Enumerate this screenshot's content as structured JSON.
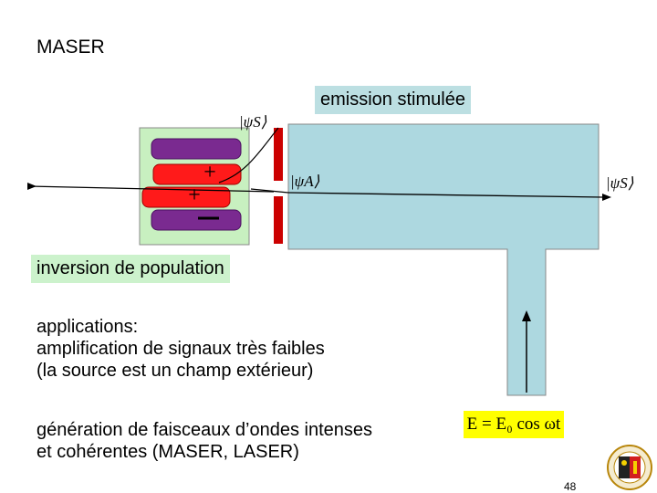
{
  "title": "MASER",
  "labels": {
    "emission": "emission stimulée",
    "inversion": "inversion de population"
  },
  "text": {
    "applications": [
      "applications:",
      "amplification de signaux très faibles",
      "(la source est un champ extérieur)"
    ],
    "generation": [
      "génération de faisceaux d’ondes intenses",
      "et cohérentes (MASER, LASER)"
    ]
  },
  "equation": "E = E₀ cos ωt",
  "page_number": "48",
  "kets": {
    "psi_s_top": "|ψS⟩",
    "psi_a": "|ψA⟩",
    "psi_s_right": "|ψS⟩"
  },
  "signs": {
    "plus": "+",
    "minus": "−"
  },
  "colors": {
    "cavity": "#add8e0",
    "plates": "#cc0000",
    "green_box": "#c8f0c0",
    "purple_rod": "#7a2a90",
    "red_rod": "#ff1a1a",
    "equation_bg": "#ffff00"
  },
  "icons": {
    "logo": "geneva-university-seal-icon"
  }
}
